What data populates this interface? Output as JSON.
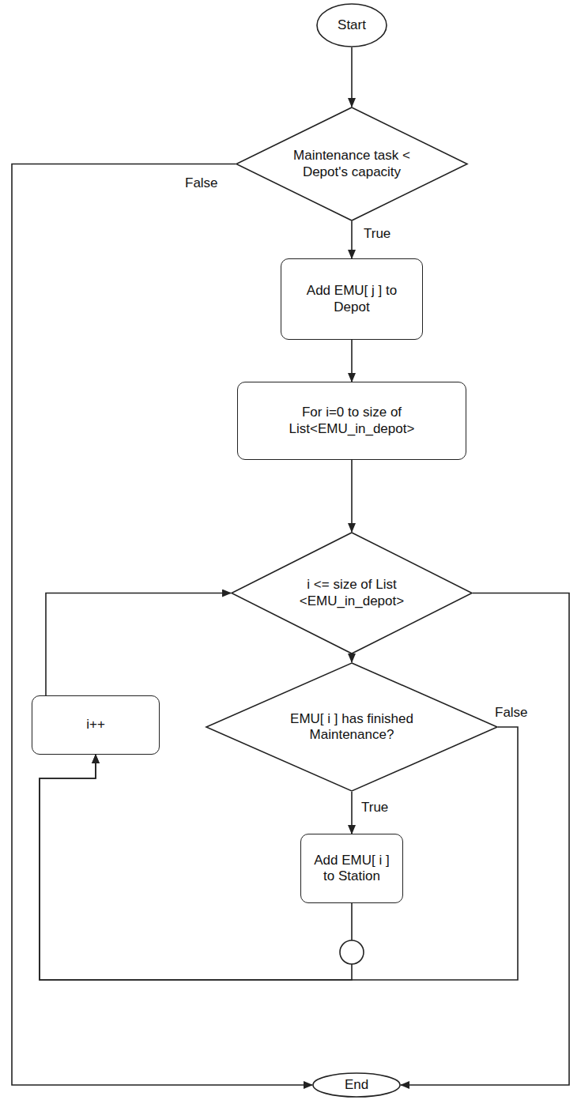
{
  "diagram": {
    "nodes": [
      {
        "text": [
          "Start"
        ]
      },
      {
        "text": [
          "Maintenance task < Depot's capacity"
        ]
      },
      {
        "text": [
          "Add EMU[ j ] to Depot"
        ]
      },
      {
        "text": [
          "For i=0 to size of List<EMU_in_depot>"
        ]
      },
      {
        "text": [
          "i <= size of List <EMU_in_depot>"
        ]
      },
      {
        "text": [
          "EMU[ i ] has finished Maintenance?"
        ]
      },
      {
        "text": [
          "i++"
        ]
      },
      {
        "text": [
          "Add EMU[ i ] to Station"
        ]
      },
      {
        "text": [
          "End"
        ]
      }
    ],
    "edges": [
      {
        "from": 0,
        "to": 1,
        "arrow": "to"
      },
      {
        "from": 1,
        "to": 2,
        "label": "True",
        "arrow": "to"
      },
      {
        "from": 1,
        "to": 8,
        "label": "False",
        "arrow": "to"
      },
      {
        "from": 2,
        "to": 3,
        "arrow": "to"
      },
      {
        "from": 3,
        "to": 4,
        "arrow": "to"
      },
      {
        "from": 4,
        "to": 5,
        "arrow": "to"
      },
      {
        "from": 4,
        "to": 8,
        "arrow": "to"
      },
      {
        "from": 5,
        "to": 7,
        "label": "True",
        "arrow": "to"
      },
      {
        "from": 5,
        "to": 6,
        "label": "False",
        "arrow": "to"
      },
      {
        "from": 7,
        "to": 6,
        "arrow": "to"
      },
      {
        "from": 6,
        "to": 4,
        "arrow": "to"
      }
    ]
  }
}
